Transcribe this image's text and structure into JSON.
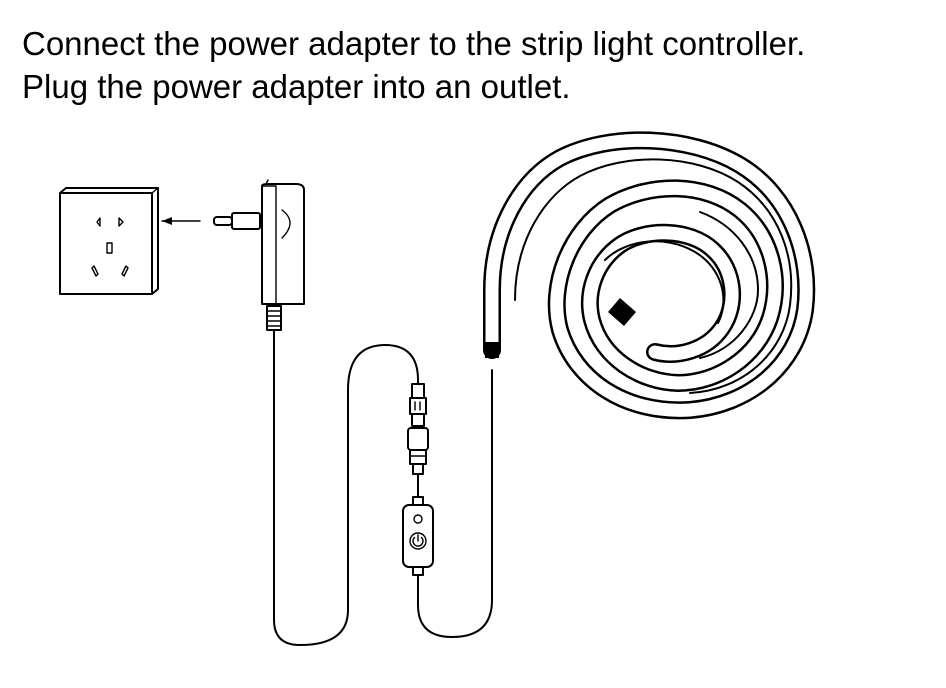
{
  "instructions": {
    "line1": "Connect the power adapter to the strip light controller.",
    "line2": "Plug the power adapter into an outlet."
  },
  "diagram": {
    "components": [
      "wall-outlet",
      "power-adapter",
      "controller",
      "led-strip"
    ],
    "icons": {
      "outlet": "wall-socket-icon",
      "adapter": "power-adapter-icon",
      "controller_button": "power-symbol-icon",
      "direction": "arrow-left-icon"
    }
  }
}
